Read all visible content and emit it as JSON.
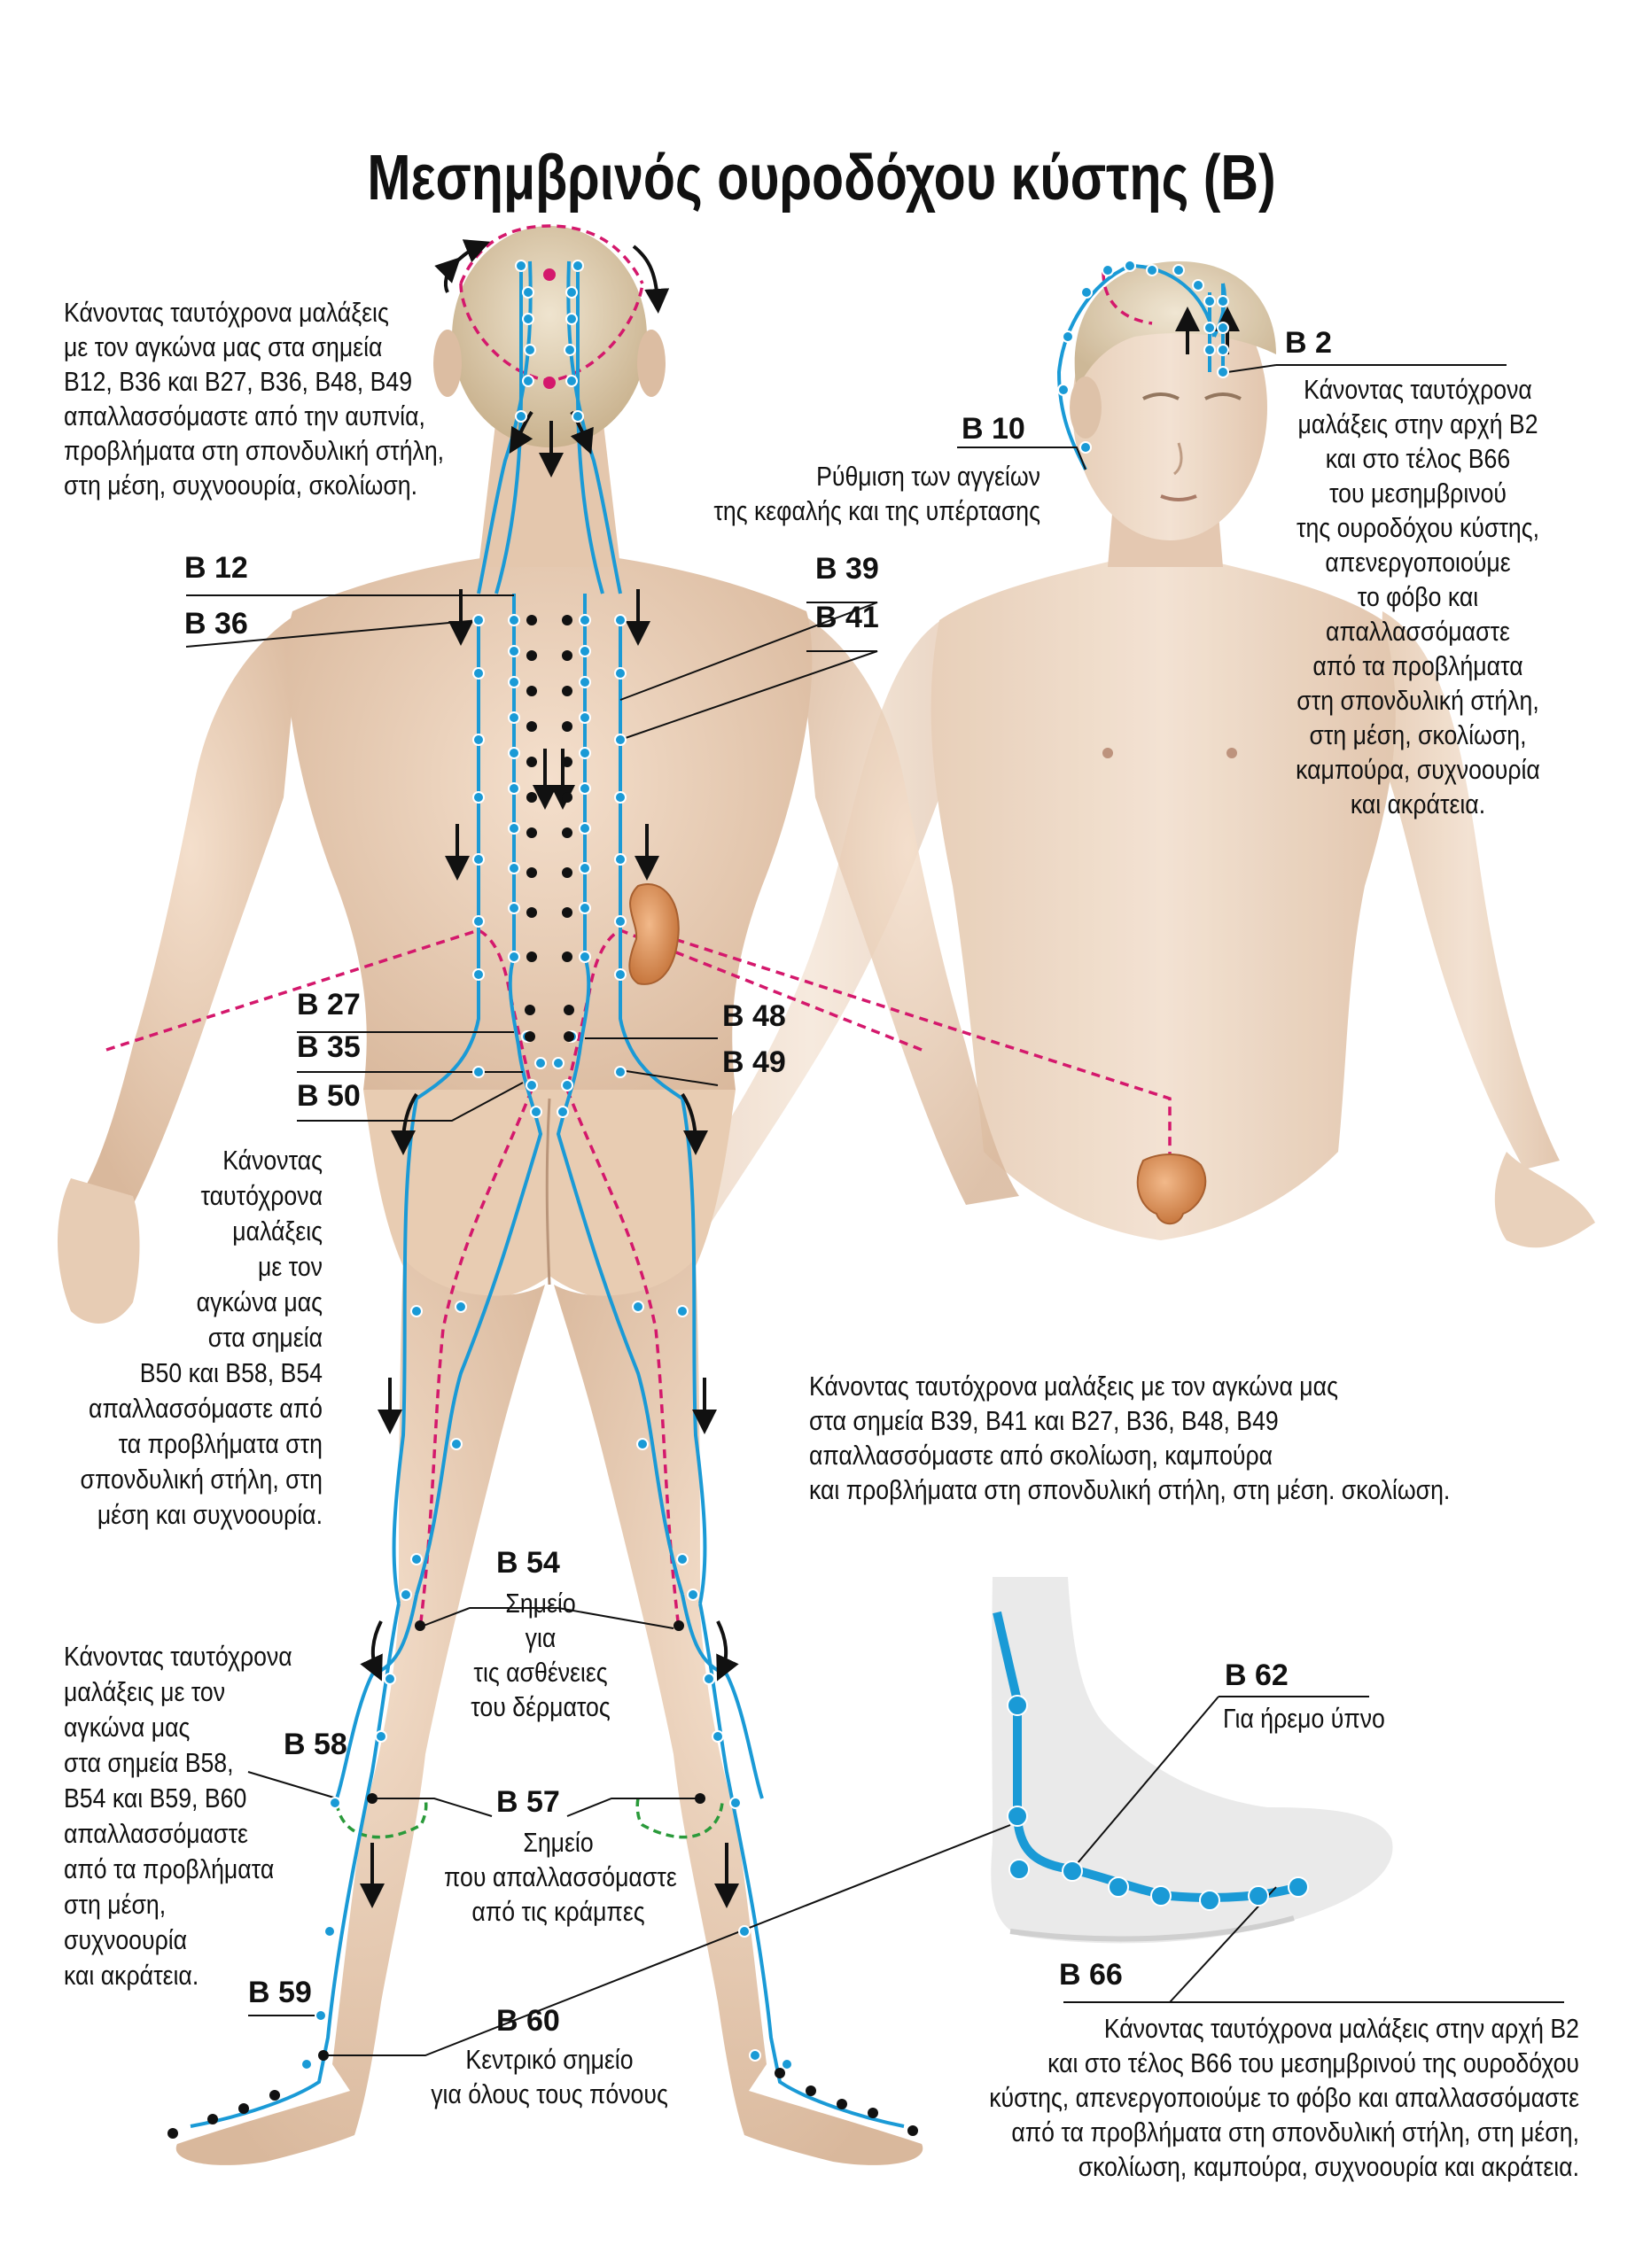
{
  "title": "Μεσημβρινός ουροδόχου κύστης (B)",
  "colors": {
    "meridian": "#1a9ad6",
    "point_blue": "#1a9ad6",
    "point_black": "#111111",
    "internal_path": "#d4186c",
    "arrow": "#111111",
    "skin": "#ecd3bd",
    "knee_arc": "#2a9a3a"
  },
  "icons": {
    "kidney": "kidney-icon",
    "bladder": "bladder-icon",
    "arrow": "arrow-icon"
  },
  "labels": {
    "b2": "B 2",
    "b10": "B 10",
    "b12": "B 12",
    "b36": "B 36",
    "b39": "B 39",
    "b41": "B 41",
    "b27": "B 27",
    "b35": "B 35",
    "b50": "B 50",
    "b48": "B 48",
    "b49": "B 49",
    "b54": "B 54",
    "b57": "B 57",
    "b58": "B 58",
    "b59": "B 59",
    "b60": "B 60",
    "b62": "B 62",
    "b66": "B 66"
  },
  "texts": {
    "top_left": [
      "Κάνοντας ταυτόχρονα μαλάξεις",
      "με τον αγκώνα μας στα σημεία",
      "B12, B36 και B27, B36, B48, B49",
      "απαλλασσόμαστε από την αυπνία,",
      "προβλήματα στη σπονδυλική στήλη,",
      "στη μέση,  συχνοουρία, σκολίωση."
    ],
    "b10_note": [
      "Ρύθμιση των αγγείων",
      "της κεφαλής και της υπέρτασης"
    ],
    "right_b2": [
      "Κάνοντας ταυτόχρονα",
      "μαλάξεις στην αρχή B2",
      "και στο τέλος B66",
      "του μεσημβρινού",
      "της ουροδόχου κύστης,",
      "απενεργοποιούμε",
      "το φόβο και",
      "απαλλασσόμαστε",
      "από τα προβλήματα",
      "στη σπονδυλική στήλη,",
      "στη  μέση, σκολίωση,",
      "καμπούρα, συχνοουρία",
      "και ακράτεια."
    ],
    "left_mid": [
      "Κάνοντας",
      "ταυτόχρονα",
      "μαλάξεις",
      "με τον",
      "αγκώνα μας",
      "στα σημεία",
      "B50 και B58, B54",
      "απαλλασσόμαστε από",
      "τα προβλήματα στη",
      "σπονδυλική στήλη, στη",
      "μέση και συχνοουρία."
    ],
    "right_mid": [
      "Κάνοντας ταυτόχρονα μαλάξεις με τον αγκώνα μας",
      "στα σημεία  B39, B41 και B27, B36, B48, B49",
      "απαλλασσόμαστε από σκολίωση, καμπούρα",
      "και προβλήματα στη σπονδυλική στήλη, στη μέση. σκολίωση."
    ],
    "b54_note": [
      "Σημείο",
      "για",
      "τις ασθένειες",
      "του δέρματος"
    ],
    "left_low": [
      "Κάνοντας ταυτόχρονα",
      "μαλάξεις με τον",
      "αγκώνα μας",
      "στα σημεία B58,",
      "B54 και B59, B60",
      "απαλλασσόμαστε",
      "από τα προβλήματα",
      "στη μέση,",
      "συχνοουρία",
      "και ακράτεια."
    ],
    "b57_note": [
      "Σημείο",
      "που απαλλασσόμαστε",
      "από τις κράμπες"
    ],
    "b60_note": [
      "Κεντρικό σημείο",
      "για όλους τους πόνους"
    ],
    "b62_note": "Για ήρεμο ύπνο",
    "bottom_right": [
      "Κάνοντας ταυτόχρονα μαλάξεις στην αρχή B2",
      "και στο τέλος B66 του μεσημβρινού της ουροδόχου",
      "κύστης, απενεργοποιούμε το φόβο και  απαλλασσόμαστε",
      "από τα προβλήματα στη σπονδυλική στήλη, στη  μέση,",
      "σκολίωση, καμπούρα, συχνοουρία και ακράτεια."
    ]
  }
}
